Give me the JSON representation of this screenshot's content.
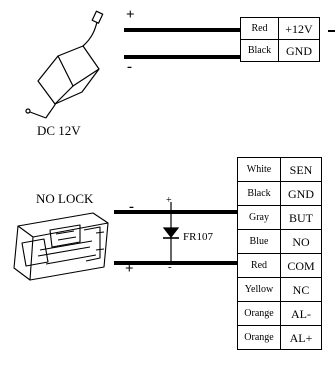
{
  "power": {
    "label": "DC 12V",
    "plus": "+",
    "minus": "-",
    "rows": [
      {
        "color": "Red",
        "terminal": "+12V"
      },
      {
        "color": "Black",
        "terminal": "GND"
      }
    ]
  },
  "lock": {
    "label": "NO LOCK",
    "minus": "-",
    "plus": "+",
    "diode_label": "FR107",
    "diode_plus": "+",
    "diode_minus": "-"
  },
  "controller": {
    "rows": [
      {
        "color": "White",
        "terminal": "SEN"
      },
      {
        "color": "Black",
        "terminal": "GND"
      },
      {
        "color": "Gray",
        "terminal": "BUT"
      },
      {
        "color": "Blue",
        "terminal": "NO"
      },
      {
        "color": "Red",
        "terminal": "COM"
      },
      {
        "color": "Yellow",
        "terminal": "NC"
      },
      {
        "color": "Orange",
        "terminal": "AL-"
      },
      {
        "color": "Orange",
        "terminal": "AL+"
      }
    ]
  }
}
